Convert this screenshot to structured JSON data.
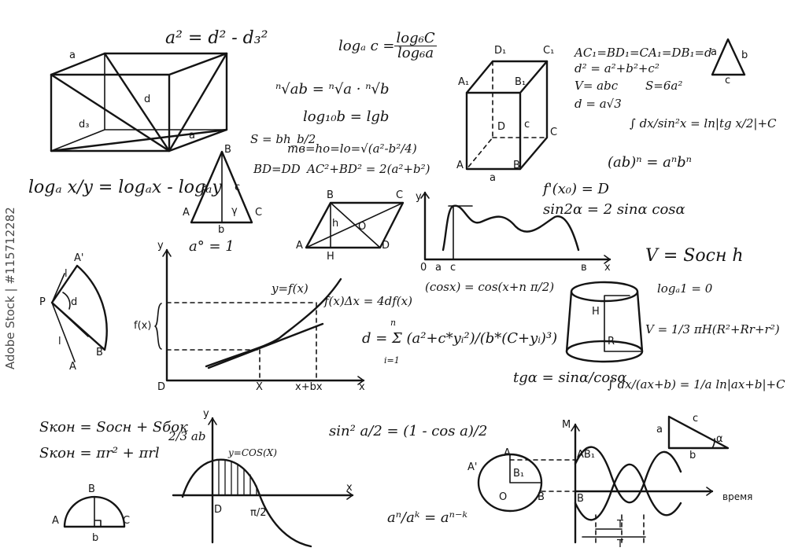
{
  "formulas": {
    "a2_eq": "a² = d² - d₃²",
    "log_change_base_left": "logₐ c =",
    "log_change_base_num": "log₆C",
    "log_change_base_den": "log₆a",
    "root_product": "ⁿ√ab = ⁿ√a · ⁿ√b",
    "log10": "log₁₀b = lgb",
    "cube_eq1": "AC₁=BD₁=CA₁=DB₁=d",
    "cube_eq2": "d² = a²+b²+c²",
    "cube_eq3": "V= abc",
    "cube_eq4": "S=6a²",
    "cube_eq5": "d = a√3",
    "integral_sin2": "∫ dx/sin²x = ln|tg x/2|+C",
    "power_product": "(ab)ⁿ = aⁿbⁿ",
    "triangle_area": "S = bh_b/2",
    "median_eq": "mв=hо=lо=√(a²-b²/4)",
    "bd_eq": "BD=DD",
    "parallelogram_eq": "AC²+BD² = 2(a²+b²)",
    "log_quotient": "logₐ x/y = logₐx - logₐy",
    "deriv_point": "f'(x₀) = D",
    "sin_double": "sin2α = 2 sinα cosα",
    "a_zero": "a° = 1",
    "cos_shift": "(cosx) = cos(x+n π/2)",
    "volume_cone": "V = Sосн h",
    "log_one": "logₐ1 = 0",
    "frustum_volume": "V = 1/3 πH(R²+Rr+r²)",
    "y_fx": "y=f(x)",
    "fx_dx": "f(x)Δx = 4df(x)",
    "sum_d": "d = Σ (a²+c*yᵢ²)/(b*(C+yᵢ)³)",
    "sum_top": "n",
    "sum_bottom": "i=1",
    "tg_def": "tgα = sinα/cosα",
    "integral_linear": "∫ dx/(ax+b) = 1/a ln|ax+b|+C",
    "s_cone1": "Sкон = Sосн + Sбок",
    "s_cone2": "Sкон = πr² + πrl",
    "two_thirds": "2/3 ab",
    "y_cosx": "y=COS(X)",
    "sin_half": "sin² a/2 = (1 - cos a)/2",
    "power_quotient": "aⁿ/aᵏ = aⁿ⁻ᵏ",
    "time_label": "время"
  },
  "labels": {
    "a": "a",
    "b": "b",
    "c": "c",
    "d": "d",
    "d3": "d₃",
    "h": "h",
    "l": "l",
    "A": "A",
    "B": "B",
    "C": "C",
    "D": "D",
    "H": "H",
    "R": "R",
    "P": "P",
    "A1": "A₁",
    "B1": "B₁",
    "C1": "C₁",
    "D1": "D₁",
    "A_prime": "A'",
    "O": "O",
    "x": "x",
    "y": "y",
    "X": "X",
    "Y": "Y",
    "fx": "f(x)",
    "xbx": "x+bx",
    "zero": "0",
    "M": "M",
    "AB1": "AB₁",
    "T": "T",
    "pi2": "π/2",
    "gamma": "γ",
    "alpha": "α",
    "b_small": "в",
    "a_small": "a",
    "c_small": "c"
  },
  "watermark": "Adobe Stock | #115712282"
}
